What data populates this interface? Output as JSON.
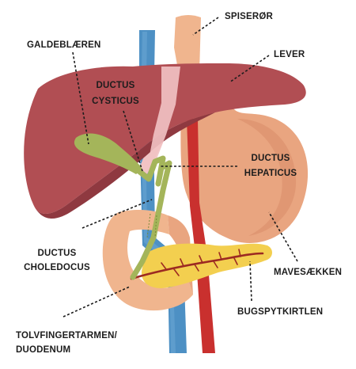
{
  "labels": {
    "spiseroer": "SPISERØR",
    "lever": "LEVER",
    "galdeblaeren": "GALDEBLÆREN",
    "ductus_cysticus": [
      "DUCTUS",
      "CYSTICUS"
    ],
    "ductus_hepaticus": [
      "DUCTUS",
      "HEPATICUS"
    ],
    "ductus_choledocus": [
      "DUCTUS",
      "CHOLEDOCUS"
    ],
    "mavesaekken": "MAVESÆKKEN",
    "bugspytkirtlen": "BUGSPYTKIRTLEN",
    "tolvfingertarmen": [
      "TOLVFINGERTARMEN/",
      "DUODENUM"
    ]
  },
  "colors": {
    "liver": "#b14e53",
    "liver_shadow": "#8f3940",
    "stomach": "#e9a580",
    "stomach_shadow": "#d98d68",
    "esophagus": "#f0b58e",
    "gallbladder": "#a4b55a",
    "pancreas": "#f3cf4f",
    "vein": "#4d90c4",
    "artery": "#c9302e",
    "text": "#1c1c1c"
  }
}
